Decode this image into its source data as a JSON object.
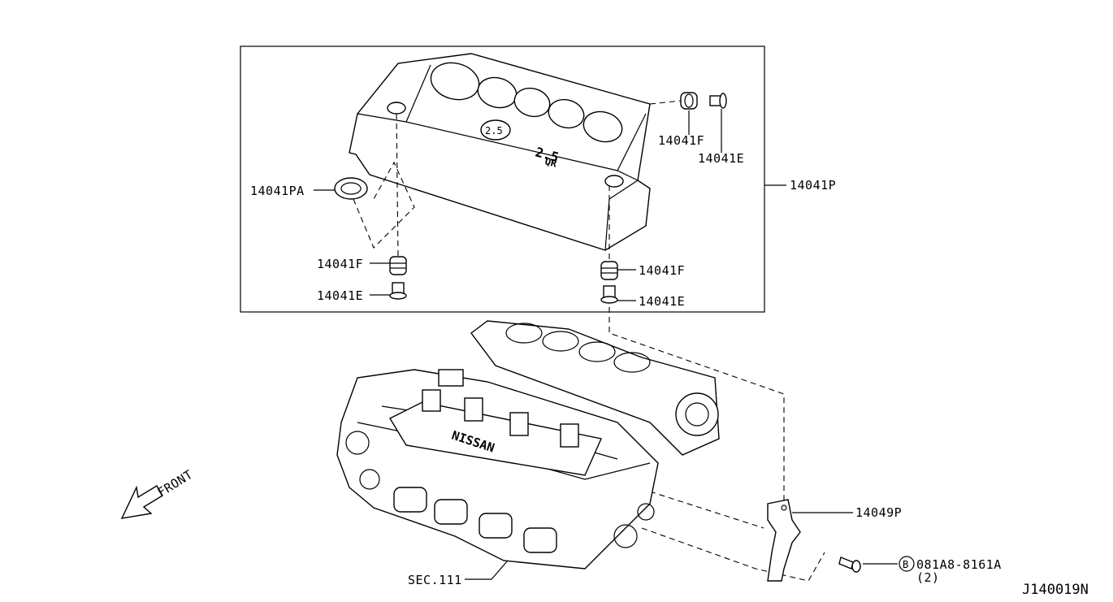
{
  "diagram": {
    "callouts": {
      "cover": "14041P",
      "ornament": "14041PA",
      "grommet_top": "14041F",
      "bolt_top": "14041E",
      "grommet_left": "14041F",
      "bolt_left": "14041E",
      "grommet_right": "14041F",
      "bolt_right": "14041E",
      "bracket": "14049P",
      "bolt_bracket": "081A8-8161A",
      "bolt_bracket_qty": "(2)",
      "bolt_bracket_marker": "B",
      "section_ref": "SEC.111"
    },
    "front_label": "FRONT",
    "cover_text": "2.5",
    "cover_text2": "QR",
    "engine_brand": "NISSAN",
    "diagram_code": "J140019N"
  }
}
